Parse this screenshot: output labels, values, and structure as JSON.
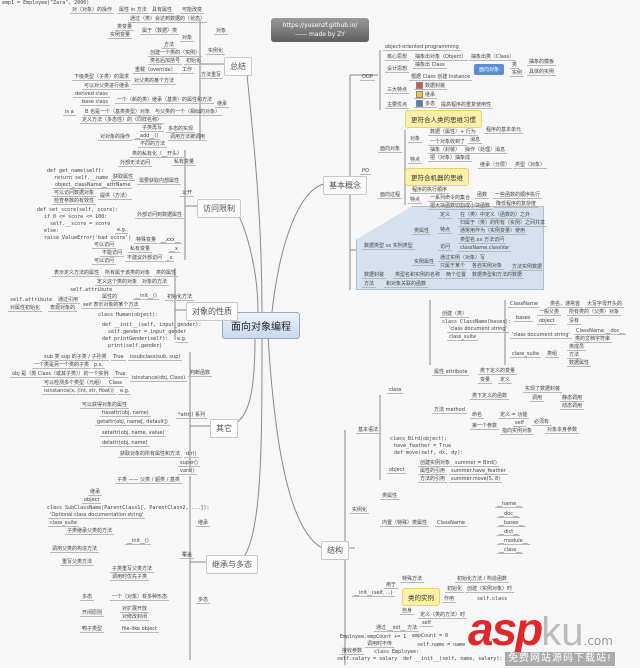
{
  "title": {
    "line1": "https://yusenzf.github.io/",
    "line2": "—— made by ZY"
  },
  "center": "面向对象编程",
  "main": {
    "summary": "总结",
    "access": "访问限制",
    "props": "对象的性质",
    "other": "其它",
    "inherit": "继承与多态",
    "basic": "基本概念",
    "structure": "结构"
  },
  "callouts": {
    "human": "更符合人类的思维习惯",
    "machine": "更符合机器的思维",
    "instance": "类的实例"
  },
  "oop_button": "面向对象",
  "icons": {
    "encapsulation": "#d9534f",
    "inheritance": "#f0c040",
    "polymorphism": "#4a7fc9"
  },
  "branches": {
    "summary": [
      "对（对象）的操作",
      "属性 in 方法",
      "具有属性",
      "可能改变",
      "通过（类）会达到数据的（状态）",
      "类变量",
      "实例变量",
      "属于（数据）类",
      "对象",
      "方法",
      "创建一个类的（实例）",
      "类名后加括号",
      "初始化",
      "重载（override）",
      "工作",
      "下级类型（子类）的需求",
      "对父类的某个方法",
      "可以对父类进行继承",
      "derived class",
      "base class",
      "一个（新的类）继承（基类）的属性和方法",
      "is a",
      "B 也是一个（基类类型）对象",
      "与父类的一个（相似的对象）",
      "定义方法（多态性）的（同样名称）",
      "子类再写",
      "__add__()",
      "多态的实现",
      "对对象的操作",
      "不同的方法",
      "调用方法被调用",
      "对象",
      "实例化",
      "方法重写",
      "继承"
    ],
    "access": [
      "类的私有化（__开头）",
      "外部无法访问",
      "私有变量",
      "def get_name(self):",
      "return self.__name",
      "获取属性",
      "object._className__attrName",
      "需要获取内部属性",
      "可以访问数据对象",
      "提供（方法）",
      "检查参数的有效性",
      "def set_score(self, score):",
      "if 0 <= score <= 100:",
      "self.__score = score",
      "else:",
      "raise ValueError('bad score')",
      "e.g.",
      "外部访问到数据属性",
      "公开",
      "可以访问",
      "特殊变量",
      "__xxx__",
      "不能访问",
      "私有变量",
      "__x",
      "可以访问",
      "不建议外部访问",
      "_x"
    ],
    "props": [
      "表示定义方法的属性",
      "所有属于该类的对象",
      "类的属性",
      "定义这个类的对象",
      "对象的方法",
      "self.attribute",
      "属性的",
      "self.attribute",
      "通过引用",
      "__init__()",
      "初始化方法",
      "对属性初始化",
      "表现对象的",
      "self 表示对象的某个方法",
      "class Human(object):",
      "def __init__(self, input_gender):",
      "self.gender = input_gender",
      "def printGender(self):",
      "print(self.gender)",
      "e.g."
    ],
    "other": [
      "sub 类 sup 的子类 / 子孙类",
      "True",
      "issubclass(sub, sup)",
      "一个类是另一个类的子类",
      "p.s.",
      "obj 是（类 Class（或其子类））的一个实例",
      "True",
      "isinstance(obj, Class)",
      "可以检测多个类型（元组）",
      "Class",
      "isinstance(x, (int, str, float))",
      "e.g.",
      "判断函数",
      "可以获得对象的属性",
      "hasattr(obj, name)",
      "getattr(obj, name[, default])",
      "setattr(obj, name, value)",
      "delattr(obj, name)",
      "获取对象的所有属性和方法",
      "dir()",
      "super()",
      "vars()",
      "*attr() 系列"
    ],
    "inherit": [
      "子类 —— 父类 / 超类 / 基类",
      "继承",
      "object",
      "class SubClassName(ParentClass1[, ParentClass2, ...]):",
      "'Optional class documentation string'",
      "class_suite",
      "子类继承父类的方法",
      "__init__()",
      "调用父类的构造方法",
      "覆盖",
      "重写父类方法",
      "子类重写父类方法",
      "调用时优先子类",
      "多态",
      "一个（对象）有多种形态",
      "开闭原则",
      "对扩展开放",
      "对修改封闭",
      "继承",
      "多态",
      "鸭子类型",
      "file-like object"
    ],
    "basic": [
      "object-oriented programming",
      "OOP",
      "核心思想",
      "抽象出对象（Object）",
      "抽象出类（Class）",
      "设计思想",
      "抽象出 Class",
      "根据 Class 创建 Instance",
      "类",
      "抽象的模板",
      "实例",
      "具体的实例",
      "三大特点",
      "数据封装",
      "继承",
      "多态",
      "主要优点",
      "提高程序的重复使用性",
      "面向对象",
      "PO",
      "对象",
      "数据（属性）+ 行为",
      "程序的基本单元",
      "消息",
      "一个对象收到了",
      "操作（处理）消息",
      "特点",
      "把（对象）抽象成",
      "抽象（封装）",
      "继承（分层）",
      "类型（对象）",
      "面向过程",
      "程序的执行顺序",
      "特点",
      "一系列命令的集合",
      "函数",
      "一些函数的顺序执行",
      "把大块函数切割成小块函数",
      "降低程序的复杂度"
    ],
    "blue": [
      "数据类型 vs 实例类型",
      "类属性",
      "定义",
      "在（类）中定义（函数的）之外",
      "特点",
      "归属于（类）的所有（实例）之间共享",
      "通常用作为（实例变量）使用",
      "访问",
      "类型名.xx 方法访问",
      "className.classVar",
      "实例属性",
      "通过实例（对象）写",
      "只属于某个",
      "各自实例对象",
      "数据封装",
      "类型名和实例的名称",
      "两个位置",
      "数据类型和方法的数据",
      "方法实例数据",
      "方法",
      "和对象关联的函数"
    ],
    "structure": [
      "基本语法",
      "创建（类）",
      "class ClassName(bases):",
      "'class document string'",
      "class_suite",
      "ClassName",
      "类名，通常首",
      "大写字母开头的",
      "bases",
      "一般父类",
      "所有类的（父类）对象",
      "object",
      "没有",
      "'class document string'",
      "ClassName.__doc__",
      "类的文档字符串",
      "class_suite",
      "类组",
      "类成员",
      "方法",
      "数据属性",
      "class",
      "属性 attribute",
      "类下定义的变量",
      "变量",
      "定义",
      "方法 method",
      "类下定义的函数",
      "实现了数据封装",
      "调用",
      "静态调用",
      "动态调用",
      "命名",
      "定义 = 功能",
      "第一个参数",
      "self",
      "必须有",
      "指向实例对象",
      "对象本身参数",
      "class Bird(object):",
      "have_feather = True",
      "def move(self, dx, dy):",
      "object",
      "创建实例对象",
      "summer = Bird()",
      "属性的引用",
      "summer.have_feather",
      "方法的引用",
      "summer.move(5, 8)",
      "类属性",
      "实例化",
      "__name__",
      "__doc__",
      "__bases__",
      "__dict__",
      "__module__",
      "__class__",
      "ClassName",
      "内置（特殊）类属性",
      "__init__(self, ...)",
      "特殊方法",
      "初始化方法 / 构造函数",
      "用于",
      "初始化",
      "创建（实例对象）时",
      "作用",
      "self.class",
      "自身",
      "self",
      "定义（类的方法）时",
      "调用时不传",
      "class Employee:",
      "empCount = 0",
      "def __init__(self, name, salary):",
      "self.name = name",
      "self.salary = salary",
      "Employee.empCount += 1",
      "emp1 = Employee(\"Zara\", 2000)",
      "通过 __init__ 方法",
      "接收参数",
      "e.g."
    ]
  },
  "watermark": {
    "brand": "asp",
    "brand2": "ku",
    "domain": ".com",
    "slogan": "免费网站源码下载站!"
  }
}
